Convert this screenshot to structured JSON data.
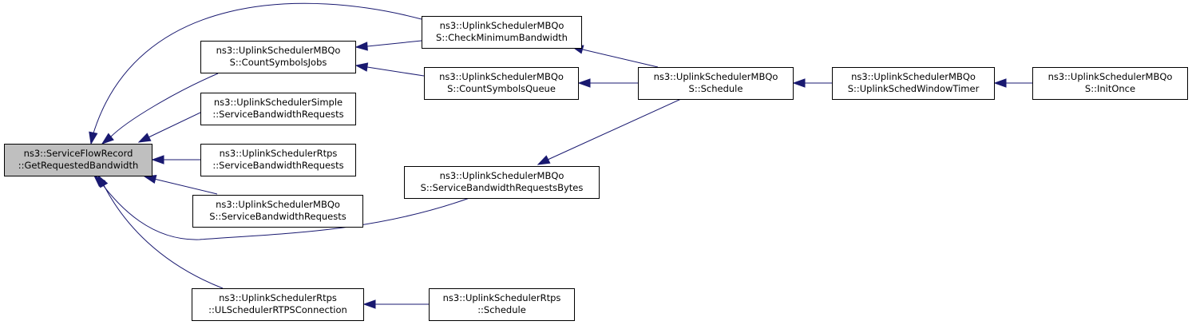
{
  "diagram": {
    "type": "caller-graph",
    "colors": {
      "edge": "#191970",
      "root_fill": "#bfbfbf",
      "node_fill": "#ffffff",
      "border": "#000000"
    },
    "nodes": [
      {
        "id": "root",
        "lines": [
          "ns3::ServiceFlowRecord",
          "::GetRequestedBandwidth"
        ],
        "highlight": true
      },
      {
        "id": "countSymbolsJobs",
        "lines": [
          "ns3::UplinkSchedulerMBQo",
          "S::CountSymbolsJobs"
        ]
      },
      {
        "id": "simpleSBR",
        "lines": [
          "ns3::UplinkSchedulerSimple",
          "::ServiceBandwidthRequests"
        ]
      },
      {
        "id": "rtpsSBR",
        "lines": [
          "ns3::UplinkSchedulerRtps",
          "::ServiceBandwidthRequests"
        ]
      },
      {
        "id": "mbqosSBR",
        "lines": [
          "ns3::UplinkSchedulerMBQo",
          "S::ServiceBandwidthRequests"
        ]
      },
      {
        "id": "ulRtpsConn",
        "lines": [
          "ns3::UplinkSchedulerRtps",
          "::ULSchedulerRTPSConnection"
        ]
      },
      {
        "id": "checkMinBw",
        "lines": [
          "ns3::UplinkSchedulerMBQo",
          "S::CheckMinimumBandwidth"
        ]
      },
      {
        "id": "countSymbolsQueue",
        "lines": [
          "ns3::UplinkSchedulerMBQo",
          "S::CountSymbolsQueue"
        ]
      },
      {
        "id": "sbrBytes",
        "lines": [
          "ns3::UplinkSchedulerMBQo",
          "S::ServiceBandwidthRequestsBytes"
        ]
      },
      {
        "id": "rtpsSchedule",
        "lines": [
          "ns3::UplinkSchedulerRtps",
          "::Schedule"
        ]
      },
      {
        "id": "mbqosSchedule",
        "lines": [
          "ns3::UplinkSchedulerMBQo",
          "S::Schedule"
        ]
      },
      {
        "id": "windowTimer",
        "lines": [
          "ns3::UplinkSchedulerMBQo",
          "S::UplinkSchedWindowTimer"
        ]
      },
      {
        "id": "initOnce",
        "lines": [
          "ns3::UplinkSchedulerMBQo",
          "S::InitOnce"
        ]
      }
    ],
    "edges": [
      {
        "from": "checkMinBw",
        "to": "root"
      },
      {
        "from": "countSymbolsJobs",
        "to": "root"
      },
      {
        "from": "simpleSBR",
        "to": "root"
      },
      {
        "from": "rtpsSBR",
        "to": "root"
      },
      {
        "from": "mbqosSBR",
        "to": "root"
      },
      {
        "from": "sbrBytes",
        "to": "root"
      },
      {
        "from": "ulRtpsConn",
        "to": "root"
      },
      {
        "from": "checkMinBw",
        "to": "countSymbolsJobs"
      },
      {
        "from": "countSymbolsQueue",
        "to": "countSymbolsJobs"
      },
      {
        "from": "mbqosSchedule",
        "to": "checkMinBw"
      },
      {
        "from": "mbqosSchedule",
        "to": "countSymbolsQueue"
      },
      {
        "from": "mbqosSchedule",
        "to": "sbrBytes"
      },
      {
        "from": "windowTimer",
        "to": "mbqosSchedule"
      },
      {
        "from": "initOnce",
        "to": "windowTimer"
      },
      {
        "from": "rtpsSchedule",
        "to": "ulRtpsConn"
      }
    ]
  }
}
